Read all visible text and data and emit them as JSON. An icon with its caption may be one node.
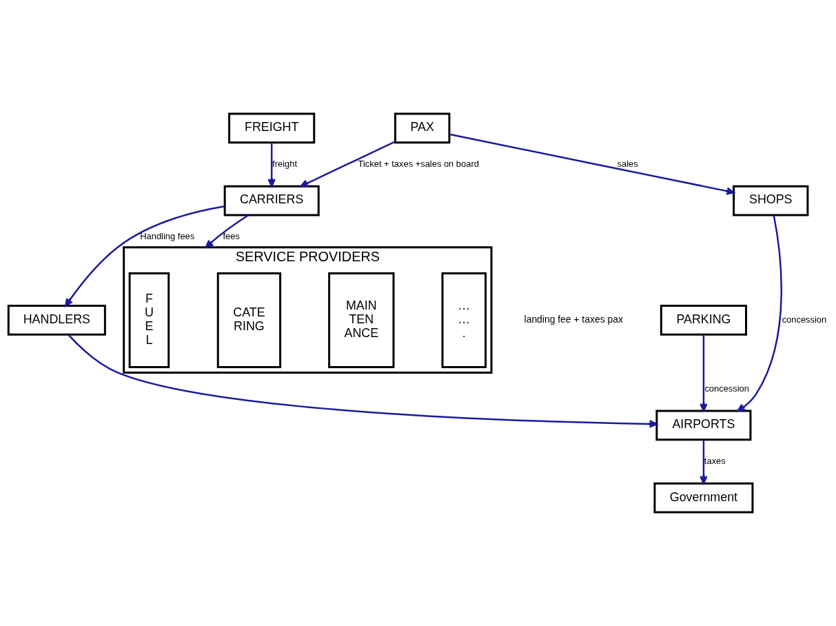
{
  "diagram": {
    "nodes": [
      {
        "text": [
          "FREIGHT"
        ]
      },
      {
        "text": [
          "Government"
        ]
      },
      {
        "text": [
          "PAX"
        ]
      },
      {
        "text": [
          "CARRIERS"
        ]
      },
      {
        "text": [
          "AIRPORTS"
        ]
      },
      {
        "text": [
          "HANDLERS"
        ]
      },
      {
        "text": [
          "PARKING"
        ]
      },
      {
        "text": [
          "SERVICE PROVIDERS"
        ]
      },
      {
        "text": [
          "F U E L"
        ],
        "in": 7
      },
      {
        "text": [
          "CATE RING"
        ],
        "in": 7
      },
      {
        "text": [
          "MAIN TEN ANCE"
        ],
        "in": 7
      },
      {
        "text": [
          "… … ."
        ],
        "in": 7
      },
      {
        "text": [
          "SHOPS"
        ]
      }
    ],
    "edges": [
      {
        "from": 0,
        "to": 3,
        "arrow": "to",
        "label": "freight"
      },
      {
        "from": 2,
        "to": 3,
        "arrow": "to",
        "label": "Ticket + taxes +sales on board"
      },
      {
        "from": 3,
        "to": 7,
        "arrow": "to",
        "label": "fees"
      },
      {
        "from": 3,
        "to": 5,
        "arrow": "to",
        "label": "Handling fees"
      },
      {
        "from": 5,
        "to": 4,
        "arrow": "to"
      },
      {
        "from": 4,
        "to": 1,
        "arrow": "to",
        "label": "taxes"
      },
      {
        "from": 6,
        "to": 4,
        "arrow": "to",
        "label": "concession"
      },
      {
        "from": 12,
        "to": 4,
        "arrow": "to",
        "label": "concession"
      },
      {
        "from": 2,
        "to": 12,
        "arrow": "to",
        "label": "sales"
      }
    ],
    "labels": [
      "landing fee + taxes pax"
    ]
  }
}
